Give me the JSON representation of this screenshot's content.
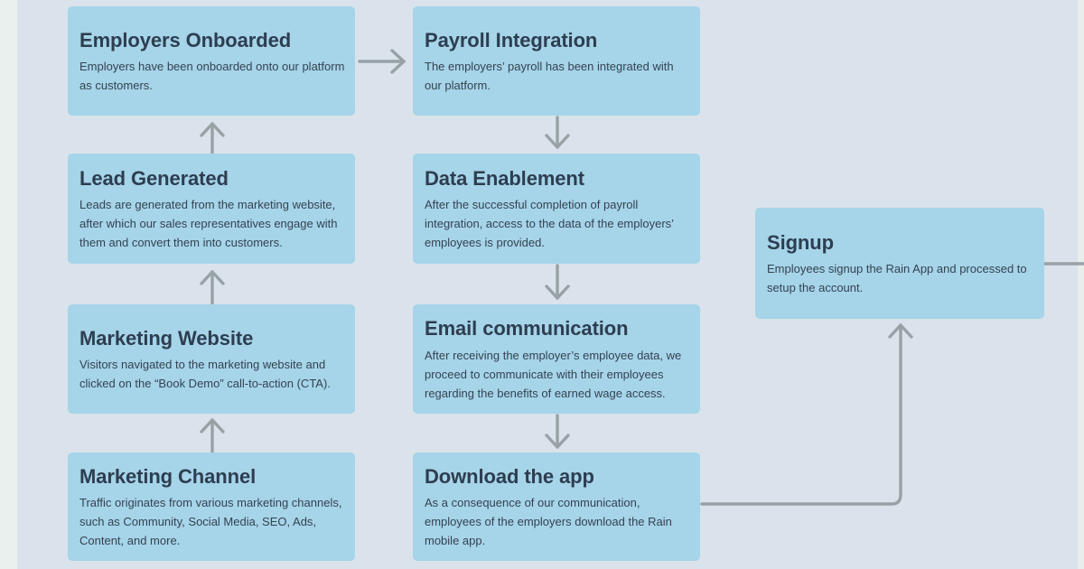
{
  "colors": {
    "background": "#dae3eb",
    "edge_strip_left": "#eaf0ee",
    "edge_strip_right": "#e7eeeb",
    "node_fill": "#a6d4e9",
    "title_text": "#2d3e50",
    "description_text": "#344351",
    "arrow": "#98a2a6"
  },
  "nodes": [
    {
      "id": "employers-onboarded",
      "title": "Employers Onboarded",
      "description": "Employers have been onboarded onto our platform as customers."
    },
    {
      "id": "payroll-integration",
      "title": "Payroll Integration",
      "description": "The employers’ payroll has been integrated with our platform."
    },
    {
      "id": "lead-generated",
      "title": "Lead Generated",
      "description": "Leads are generated from the marketing website, after which our sales representatives engage with them and convert them into customers."
    },
    {
      "id": "data-enablement",
      "title": "Data Enablement",
      "description": "After the successful completion of payroll integration, access to the data of the employers’ employees is provided."
    },
    {
      "id": "marketing-website",
      "title": "Marketing Website",
      "description": "Visitors navigated to the marketing website and clicked on the “Book Demo” call-to-action (CTA)."
    },
    {
      "id": "email-communication",
      "title": "Email communication",
      "description": "After receiving the employer’s employee data, we proceed to communicate with their employees regarding the benefits of earned wage access."
    },
    {
      "id": "marketing-channel",
      "title": "Marketing Channel",
      "description": "Traffic originates from various marketing channels, such as Community, Social Media, SEO, Ads, Content, and more."
    },
    {
      "id": "download-the-app",
      "title": "Download the app",
      "description": "As a consequence of our communication, employees of the employers download the Rain mobile app."
    },
    {
      "id": "signup",
      "title": "Signup",
      "description": "Employees signup the Rain App and processed to setup the account."
    }
  ],
  "edges": [
    {
      "from": "marketing-channel",
      "to": "marketing-website",
      "direction": "up"
    },
    {
      "from": "marketing-website",
      "to": "lead-generated",
      "direction": "up"
    },
    {
      "from": "lead-generated",
      "to": "employers-onboarded",
      "direction": "up"
    },
    {
      "from": "employers-onboarded",
      "to": "payroll-integration",
      "direction": "right"
    },
    {
      "from": "payroll-integration",
      "to": "data-enablement",
      "direction": "down"
    },
    {
      "from": "data-enablement",
      "to": "email-communication",
      "direction": "down"
    },
    {
      "from": "email-communication",
      "to": "download-the-app",
      "direction": "down"
    },
    {
      "from": "download-the-app",
      "to": "signup",
      "direction": "right-then-up"
    },
    {
      "from": "signup",
      "to": "off-canvas-right",
      "direction": "right"
    }
  ]
}
